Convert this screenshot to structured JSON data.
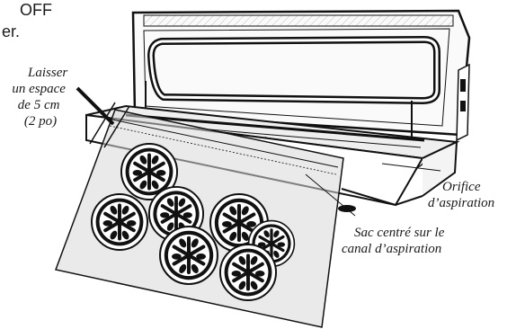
{
  "header_fragment": {
    "line1": "OFF",
    "line2": "er."
  },
  "callouts": {
    "gap": {
      "lines": [
        "Laisser",
        "un espace",
        "de 5 cm",
        "(2 po)"
      ]
    },
    "orifice": {
      "lines": [
        "Orifice",
        "d’aspiration"
      ]
    },
    "bag_centered": {
      "lines": [
        "Sac centré sur le",
        "canal d’aspiration"
      ]
    }
  },
  "icons": {
    "appliance": "vacuum-sealer-illustration",
    "bag": "vacuum-bag-illustration",
    "food": "tomato-slice-illustration"
  }
}
